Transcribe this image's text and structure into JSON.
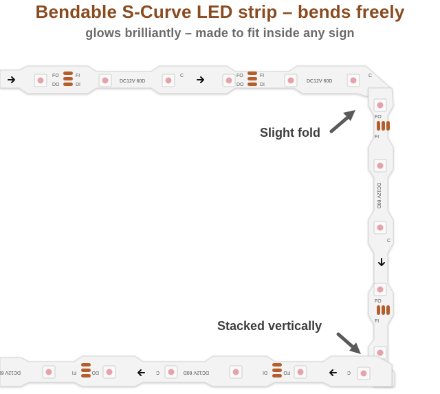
{
  "header": {
    "title": "Bendable S-Curve LED strip – bends freely",
    "subtitle": "glows brilliantly – made to fit inside any sign"
  },
  "strip": {
    "board_color": "#f3f3f3",
    "led_color": "#f9f9f9",
    "led_core_color": "#e6a2aa",
    "pad_color": "#b55e2d",
    "voltage_label": "DC12V 60D",
    "pin_labels": {
      "fo": "FO",
      "fi": "FI",
      "do": "DO",
      "di": "DI",
      "c": "C"
    }
  },
  "callouts": {
    "slight_fold": "Slight fold",
    "stacked_vertically": "Stacked vertically"
  },
  "arrow_color": "#5a5a5a"
}
